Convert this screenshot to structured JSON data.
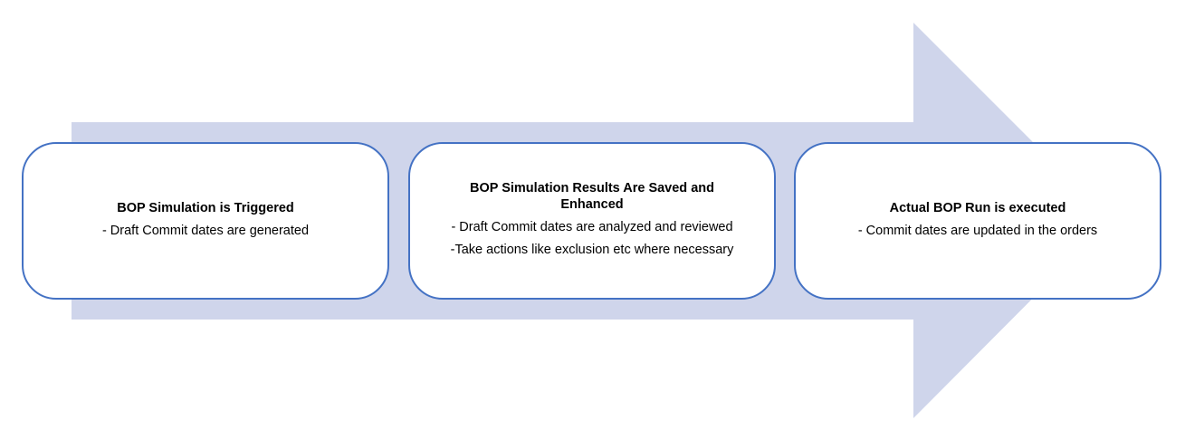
{
  "diagram": {
    "type": "process-arrow",
    "arrow_color": "#cfd5eb",
    "border_color": "#4472c4",
    "steps": [
      {
        "title": "BOP Simulation is Triggered",
        "lines": [
          "- Draft Commit dates are generated"
        ]
      },
      {
        "title": "BOP Simulation Results Are Saved and Enhanced",
        "lines": [
          "- Draft Commit dates are analyzed and reviewed",
          "-Take actions like exclusion etc where necessary"
        ]
      },
      {
        "title": "Actual BOP Run is executed",
        "lines": [
          "- Commit dates are updated in the orders"
        ]
      }
    ]
  }
}
